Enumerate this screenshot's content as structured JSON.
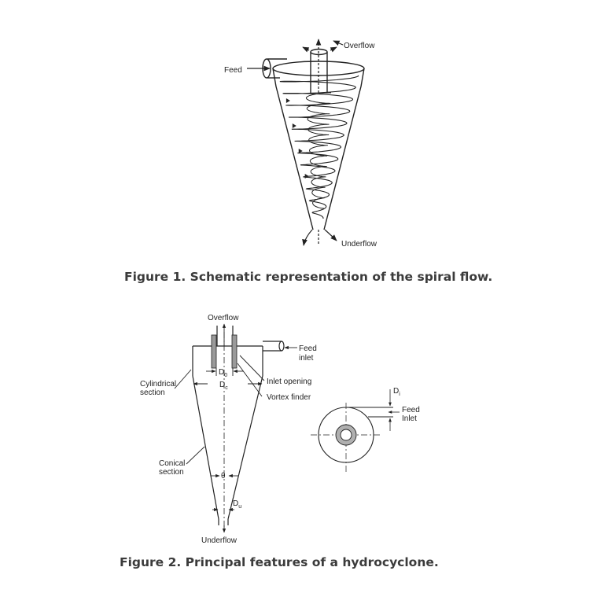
{
  "figure1": {
    "labels": {
      "feed": "Feed",
      "overflow": "Overflow",
      "underflow": "Underflow"
    },
    "caption": "Figure 1. Schematic representation of the spiral flow."
  },
  "figure2": {
    "labels": {
      "overflow": "Overflow",
      "feed_inlet_line1": "Feed",
      "feed_inlet_line2": "inlet",
      "d0": "D",
      "d0_sub": "0",
      "dc": "D",
      "dc_sub": "c",
      "inlet_opening": "Inlet opening",
      "vortex_finder": "Vortex finder",
      "cylindrical_line1": "Cylindrical",
      "cylindrical_line2": "section",
      "conical_line1": "Conical",
      "conical_line2": "section",
      "theta": "θ",
      "du": "D",
      "du_sub": "u",
      "underflow": "Underflow",
      "di": "D",
      "di_sub": "i",
      "top_feed_line1": "Feed",
      "top_feed_line2": "Inlet"
    },
    "caption": "Figure 2. Principal features of a hydrocyclone."
  }
}
